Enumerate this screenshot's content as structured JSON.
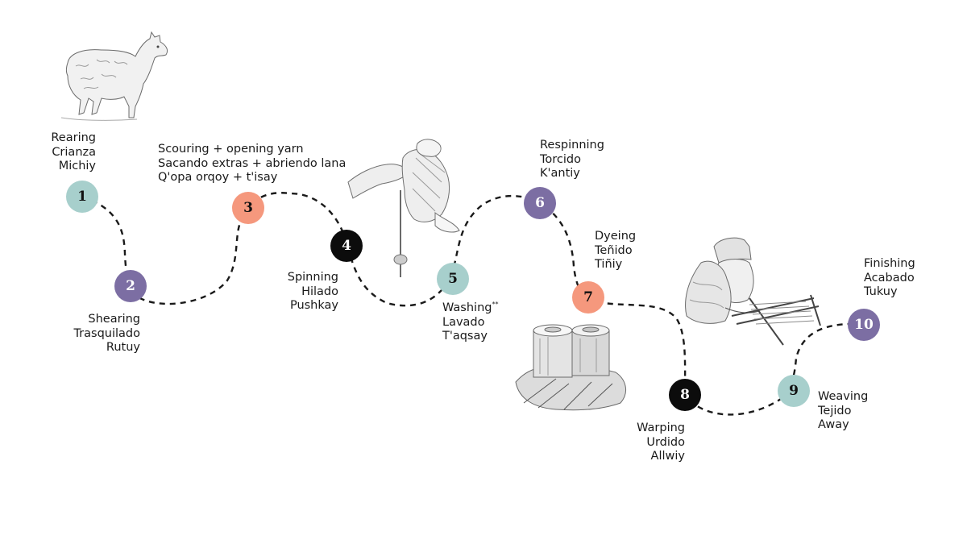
{
  "colors": {
    "teal": "#a7cfcc",
    "purple": "#7c6ea3",
    "salmon": "#f5987d",
    "black": "#0c0c0c",
    "path": "#1a1a1a"
  },
  "steps": [
    {
      "number": "1",
      "color": "teal",
      "lines": [
        "Rearing",
        "Crianza",
        "Michiy"
      ]
    },
    {
      "number": "2",
      "color": "purple",
      "lines": [
        "Shearing",
        "Trasquilado",
        "Rutuy"
      ]
    },
    {
      "number": "3",
      "color": "salmon",
      "lines": [
        "Scouring + opening yarn",
        "Sacando extras + abriendo lana",
        "Q'opa orqoy + t'isay"
      ]
    },
    {
      "number": "4",
      "color": "black",
      "lines": [
        "Spinning",
        "Hilado",
        "Pushkay"
      ]
    },
    {
      "number": "5",
      "color": "teal",
      "lines": [
        "Washing",
        "Lavado",
        "T'aqsay"
      ],
      "mark": "**"
    },
    {
      "number": "6",
      "color": "purple",
      "lines": [
        "Respinning",
        "Torcido",
        "K'antiy"
      ]
    },
    {
      "number": "7",
      "color": "salmon",
      "lines": [
        "Dyeing",
        "Teñido",
        "Tiñiy"
      ]
    },
    {
      "number": "8",
      "color": "black",
      "lines": [
        "Warping",
        "Urdido",
        "Allwiy"
      ]
    },
    {
      "number": "9",
      "color": "teal",
      "lines": [
        "Weaving",
        "Tejido",
        "Away"
      ]
    },
    {
      "number": "10",
      "color": "purple",
      "lines": [
        "Finishing",
        "Acabado",
        "Tukuy"
      ]
    }
  ],
  "illustrations": [
    "alpaca-sketch",
    "spindle-spinning-sketch",
    "dye-pots-on-fire-sketch",
    "weaver-at-loom-sketch"
  ]
}
